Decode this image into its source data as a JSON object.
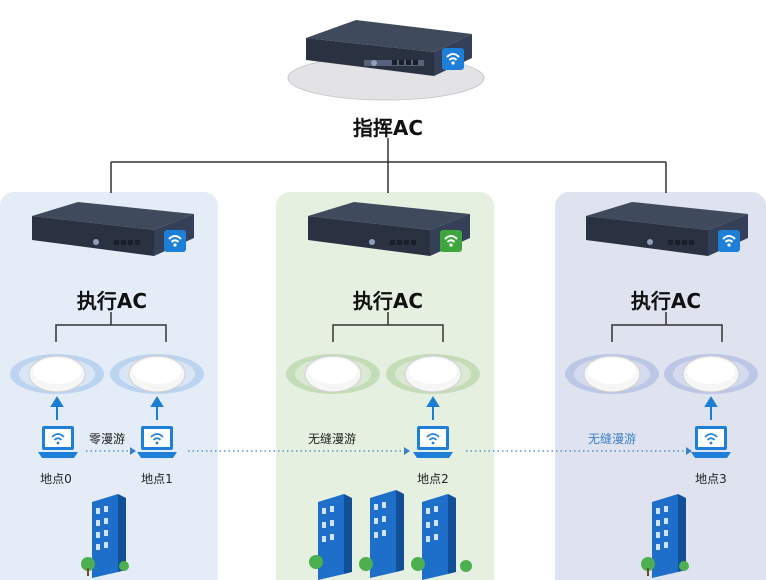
{
  "controller": {
    "label": "指挥AC"
  },
  "groups": [
    {
      "ac_label": "执行AC",
      "panel_color": "#e4edf7",
      "accent": "#1e7fd8",
      "locations": [
        "地点0",
        "地点1"
      ],
      "roam_label": "零漫游",
      "roam_color": "#222222",
      "buildings": 1
    },
    {
      "ac_label": "执行AC",
      "panel_color": "#e6f0e1",
      "accent": "#3fa63d",
      "locations": [
        "地点2"
      ],
      "roam_label": "无缝漫游",
      "roam_color": "#222222",
      "buildings": 3
    },
    {
      "ac_label": "执行AC",
      "panel_color": "#dfe2ef",
      "accent": "#1e7fd8",
      "locations": [
        "地点3"
      ],
      "roam_label": "无缝漫游",
      "roam_color": "#3a7fc8",
      "buildings": 1
    }
  ],
  "colors": {
    "line": "#333333",
    "arrow": "#1a7ed6",
    "dotted": "#3a7fc8"
  },
  "icons": [
    "ac-device-icon",
    "wireless-ap-icon",
    "laptop-wifi-icon",
    "office-building-icon",
    "wifi-icon"
  ]
}
